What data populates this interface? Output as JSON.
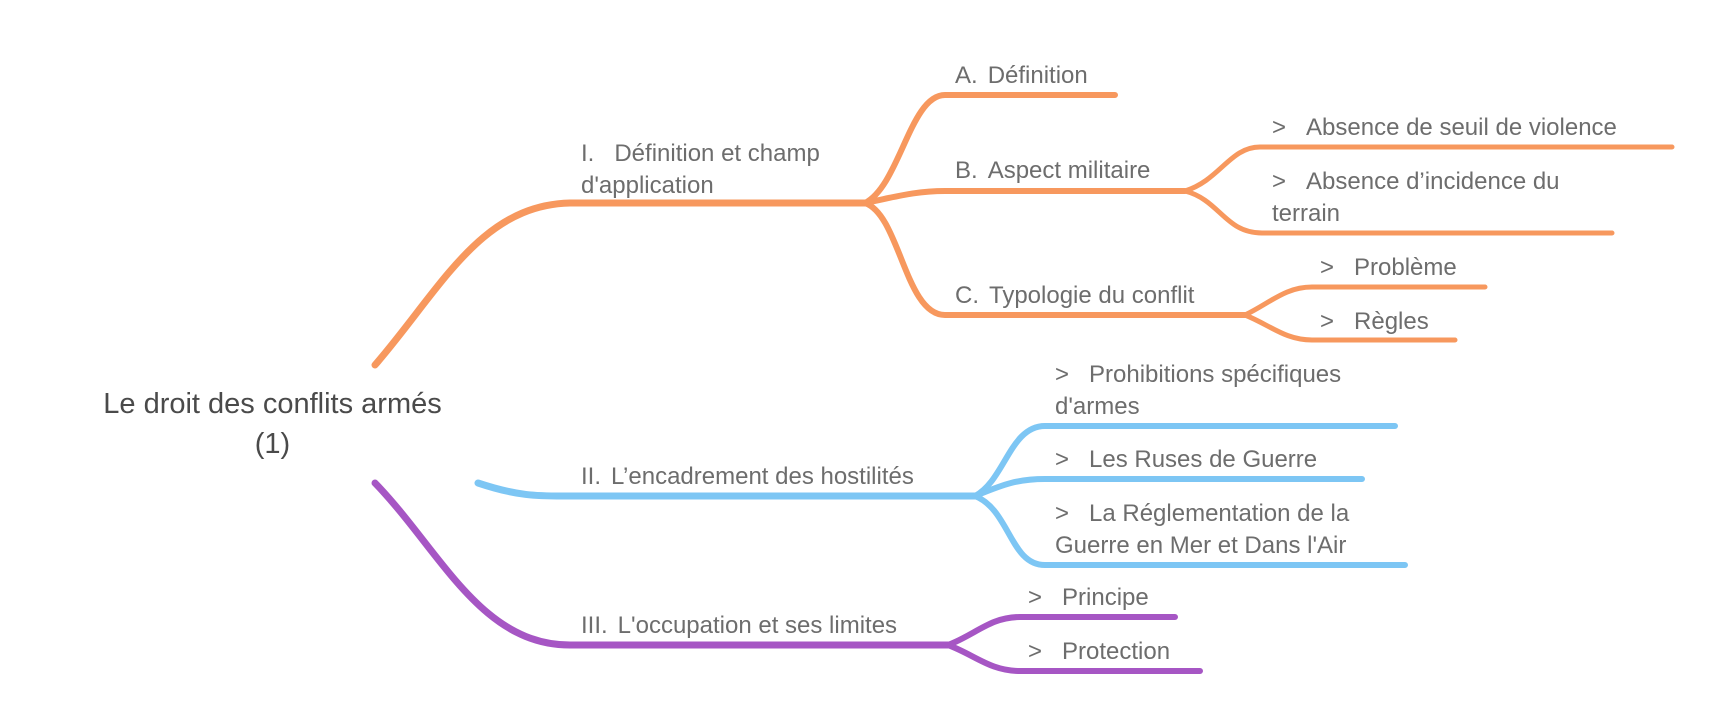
{
  "colors": {
    "orange": "#F7985E",
    "blue": "#7DC6F4",
    "purple": "#A656C4",
    "text": "#6d6d6d"
  },
  "root": {
    "line1": "Le droit des conflits armés",
    "line2": "(1)"
  },
  "sections": [
    {
      "marker": "I.",
      "title_line1": "Définition et champ",
      "title_line2": "d'application",
      "children": [
        {
          "marker": "A.",
          "label": "Définition"
        },
        {
          "marker": "B.",
          "label": "Aspect militaire",
          "items": [
            {
              "marker": ">",
              "label": "Absence de seuil de violence"
            },
            {
              "marker": ">",
              "label_line1": "Absence d’incidence du",
              "label_line2": "terrain"
            }
          ]
        },
        {
          "marker": "C.",
          "label": "Typologie du conflit",
          "items": [
            {
              "marker": ">",
              "label": "Problème"
            },
            {
              "marker": ">",
              "label": "Règles"
            }
          ]
        }
      ]
    },
    {
      "marker": "II.",
      "title": "L’encadrement des hostilités",
      "items": [
        {
          "marker": ">",
          "label_line1": "Prohibitions spécifiques",
          "label_line2": "d'armes"
        },
        {
          "marker": ">",
          "label": "Les Ruses de Guerre"
        },
        {
          "marker": ">",
          "label_line1": "La Réglementation de la",
          "label_line2": "Guerre en Mer et Dans l'Air"
        }
      ]
    },
    {
      "marker": "III.",
      "title": "L'occupation et ses limites",
      "items": [
        {
          "marker": ">",
          "label": "Principe"
        },
        {
          "marker": ">",
          "label": "Protection"
        }
      ]
    }
  ]
}
